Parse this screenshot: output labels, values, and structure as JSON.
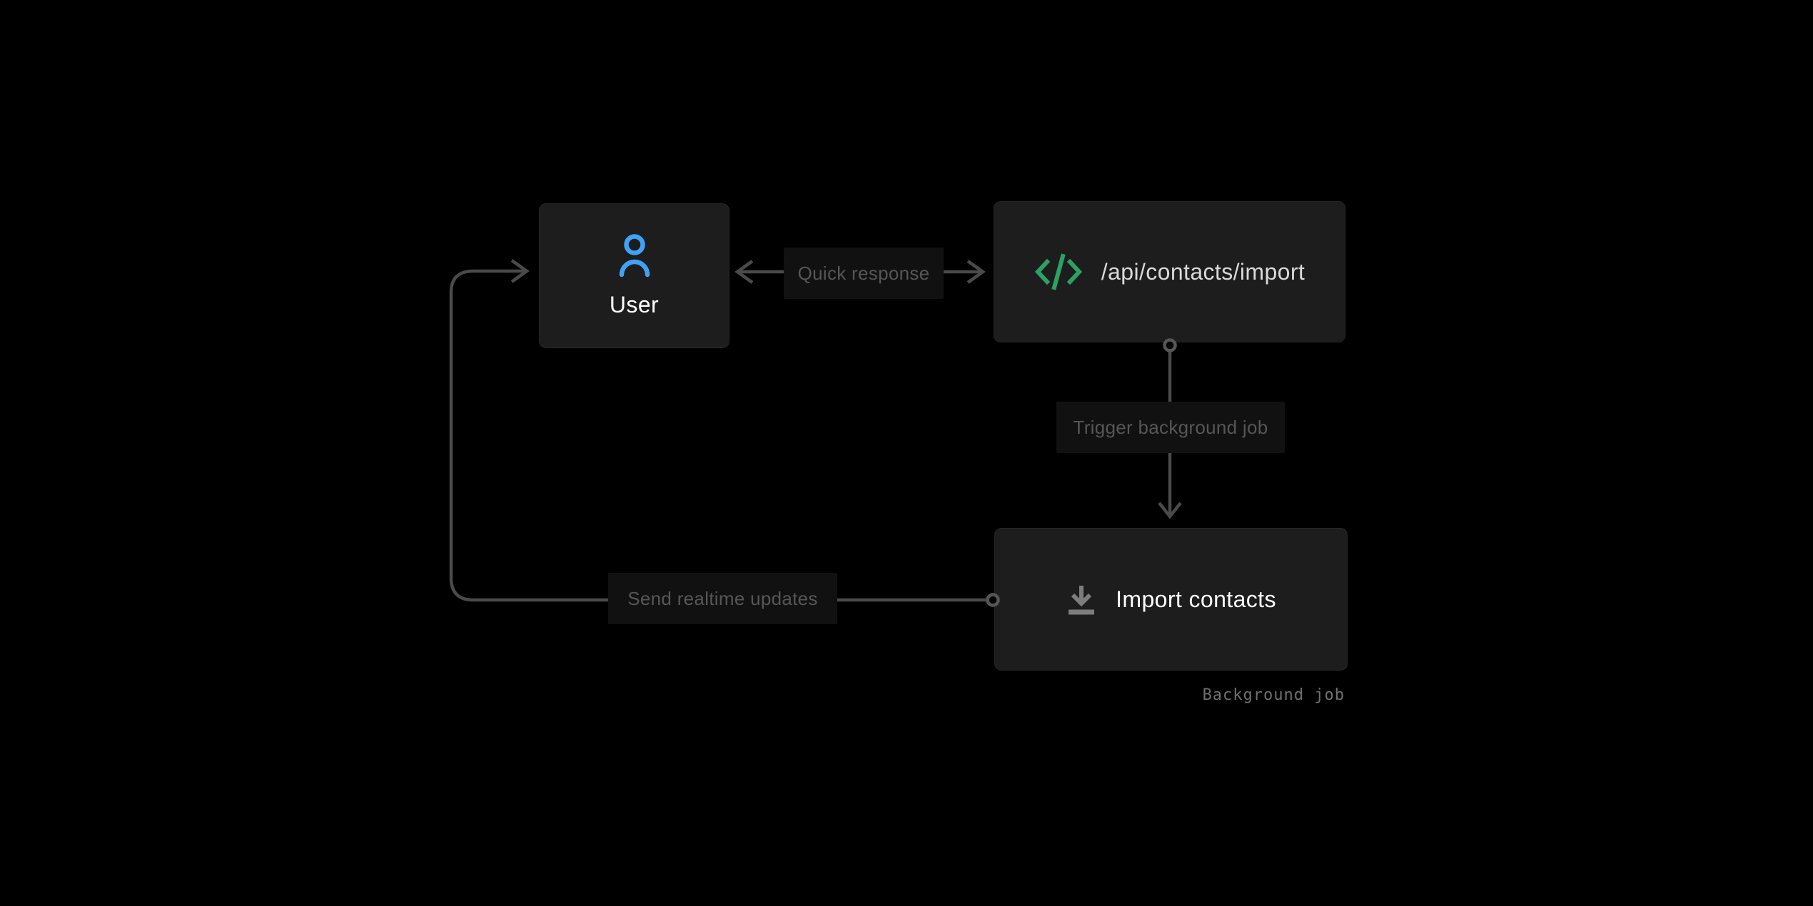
{
  "diagram": {
    "background": "#000000",
    "nodes": {
      "user": {
        "label": "User",
        "icon": "user-icon"
      },
      "api_endpoint": {
        "label": "/api/contacts/import",
        "icon": "code-icon"
      },
      "import_contacts": {
        "label": "Import contacts",
        "icon": "download-icon",
        "annotation": "Background job"
      }
    },
    "edges": {
      "quick_response": {
        "label": "Quick response",
        "from": "api_endpoint",
        "to": "user",
        "style": "double-headed-arrow"
      },
      "trigger_background_job": {
        "label": "Trigger background job",
        "from": "api_endpoint",
        "to": "import_contacts",
        "style": "arrow-down"
      },
      "send_realtime_updates": {
        "label": "Send realtime updates",
        "from": "import_contacts",
        "to": "user",
        "style": "elbow-arrow"
      }
    },
    "colors": {
      "node_bg": "#1d1d1d",
      "node_text": "#ffffff",
      "api_text": "#d9d9d9",
      "label_bg": "#111111",
      "label_text": "#565656",
      "connector": "#4a4a4a",
      "connector_ring": "#565656",
      "user_icon": "#3fa2f7",
      "code_icon": "#2da164",
      "download_icon": "#7d7d7d",
      "annotation_text": "#6f6f6f"
    }
  }
}
